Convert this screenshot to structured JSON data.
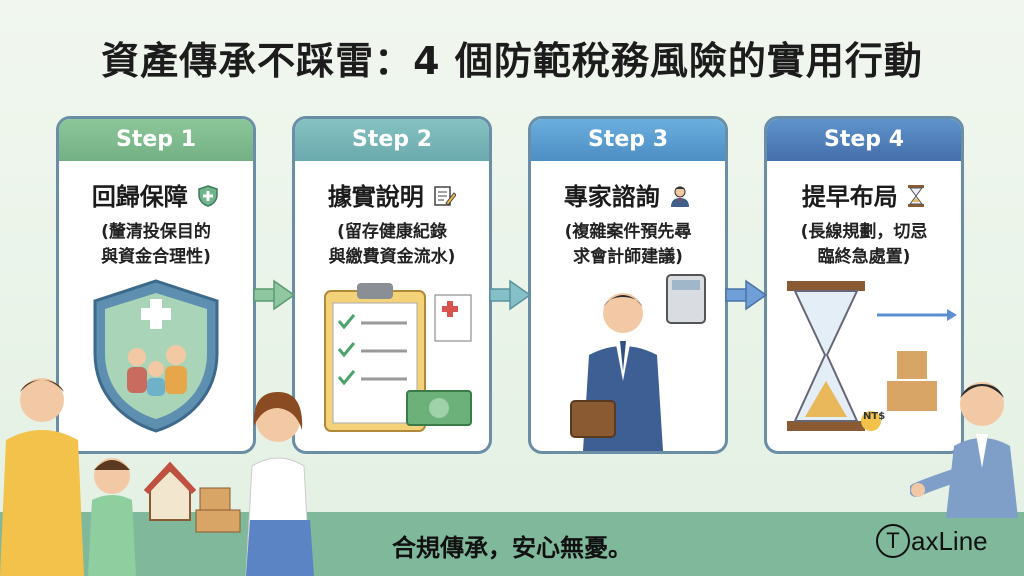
{
  "title": "資產傳承不踩雷：4 個防範稅務風險的實用行動",
  "steps": [
    {
      "label": "Step 1",
      "title": "回歸保障",
      "subtitle": "(釐清投保目的\n與資金合理性)",
      "icon": "shield-plus-icon",
      "header_color": "#7fba8a"
    },
    {
      "label": "Step 2",
      "title": "據實說明",
      "subtitle": "(留存健康紀錄\n與繳費資金流水)",
      "icon": "notepad-pencil-icon",
      "header_color": "#77b5b8"
    },
    {
      "label": "Step 3",
      "title": "專家諮詢",
      "subtitle": "(複雜案件預先尋\n求會計師建議)",
      "icon": "advisor-icon",
      "header_color": "#5e9fce"
    },
    {
      "label": "Step 4",
      "title": "提早布局",
      "subtitle": "(長線規劃，切忌\n臨終急處置)",
      "icon": "hourglass-icon",
      "header_color": "#4f80bb"
    }
  ],
  "coin_label": "NT$",
  "tagline": "合規傳承，安心無憂。",
  "brand": {
    "mark": "T",
    "name": "axLine"
  },
  "colors": {
    "card_border": "#6a8ea6",
    "band": "#7fb89a",
    "arrow": "#7fc39a"
  }
}
